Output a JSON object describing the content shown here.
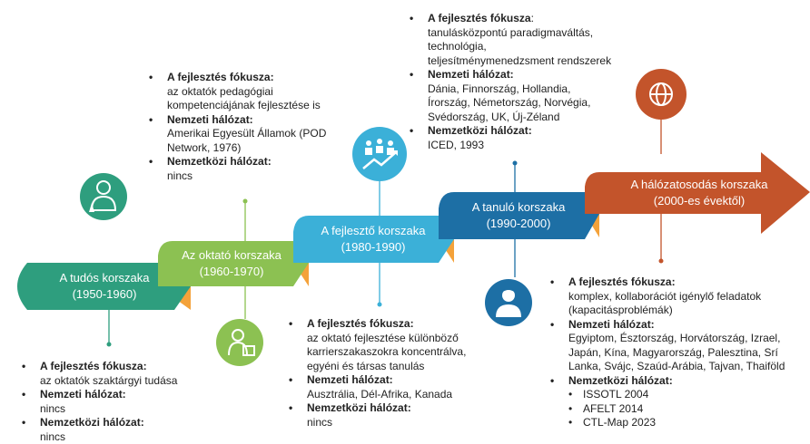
{
  "colors": {
    "era1": "#2e9e7e",
    "era2": "#8cc152",
    "era3": "#3bb0d8",
    "era4": "#1d6fa5",
    "era5": "#c3542b",
    "tab": "#f4a23a"
  },
  "eras": [
    {
      "title": "A tudós korszaka",
      "period": "(1950-1960)",
      "icon": "scientist-icon",
      "focus_label": "A fejlesztés fókusza:",
      "focus": "az oktatók szaktárgyi tudása",
      "national_label": "Nemzeti hálózat:",
      "national": "nincs",
      "international_label": "Nemzetközi hálózat:",
      "international": "nincs"
    },
    {
      "title": "Az oktató korszaka",
      "period": "(1960-1970)",
      "icon": "teacher-icon",
      "focus_label": "A fejlesztés fókusza:",
      "focus": "az oktatók pedagógiai kompetenciájának fejlesztése is",
      "national_label": "Nemzeti hálózat:",
      "national": "Amerikai Egyesült Államok (POD Network, 1976)",
      "international_label": "Nemzetközi hálózat:",
      "international": "nincs"
    },
    {
      "title": "A fejlesztő korszaka",
      "period": "(1980-1990)",
      "icon": "growth-people-icon",
      "focus_label": "A fejlesztés fókusza:",
      "focus": "az oktató fejlesztése különböző karrierszakaszokra koncentrálva, egyéni és társas tanulás",
      "national_label": "Nemzeti hálózat:",
      "national": "Ausztrália, Dél-Afrika, Kanada",
      "international_label": "Nemzetközi hálózat:",
      "international": "nincs"
    },
    {
      "title": "A tanuló korszaka",
      "period": "(1990-2000)",
      "icon": "student-icon",
      "focus_label": "A fejlesztés fókusza",
      "focus_colon": ":",
      "focus": "tanulásközpontú paradigmaváltás, technológia, teljesítménymenedzsment rendszerek",
      "national_label": "Nemzeti hálózat:",
      "national": "Dánia, Finnország, Hollandia, Írország, Németország, Norvégia, Svédország, UK, Új-Zéland",
      "international_label": "Nemzetközi hálózat:",
      "international": "ICED, 1993"
    },
    {
      "title": "A hálózatosodás korszaka",
      "period": "(2000-es évektől)",
      "icon": "globe-icon",
      "focus_label": "A fejlesztés fókusza:",
      "focus": "komplex, kollaborációt igénylő feladatok (kapacitásproblémák)",
      "national_label": "Nemzeti hálózat:",
      "national": "Egyiptom, Észtország, Horvátország, Izrael, Japán, Kína, Magyarország, Palesztina, Srí Lanka, Svájc, Szaúd-Arábia, Tajvan, Thaiföld",
      "international_label": "Nemzetközi hálózat:",
      "international_items": [
        "ISSOTL 2004",
        "AFELT 2014",
        "CTL-Map 2023"
      ]
    }
  ]
}
